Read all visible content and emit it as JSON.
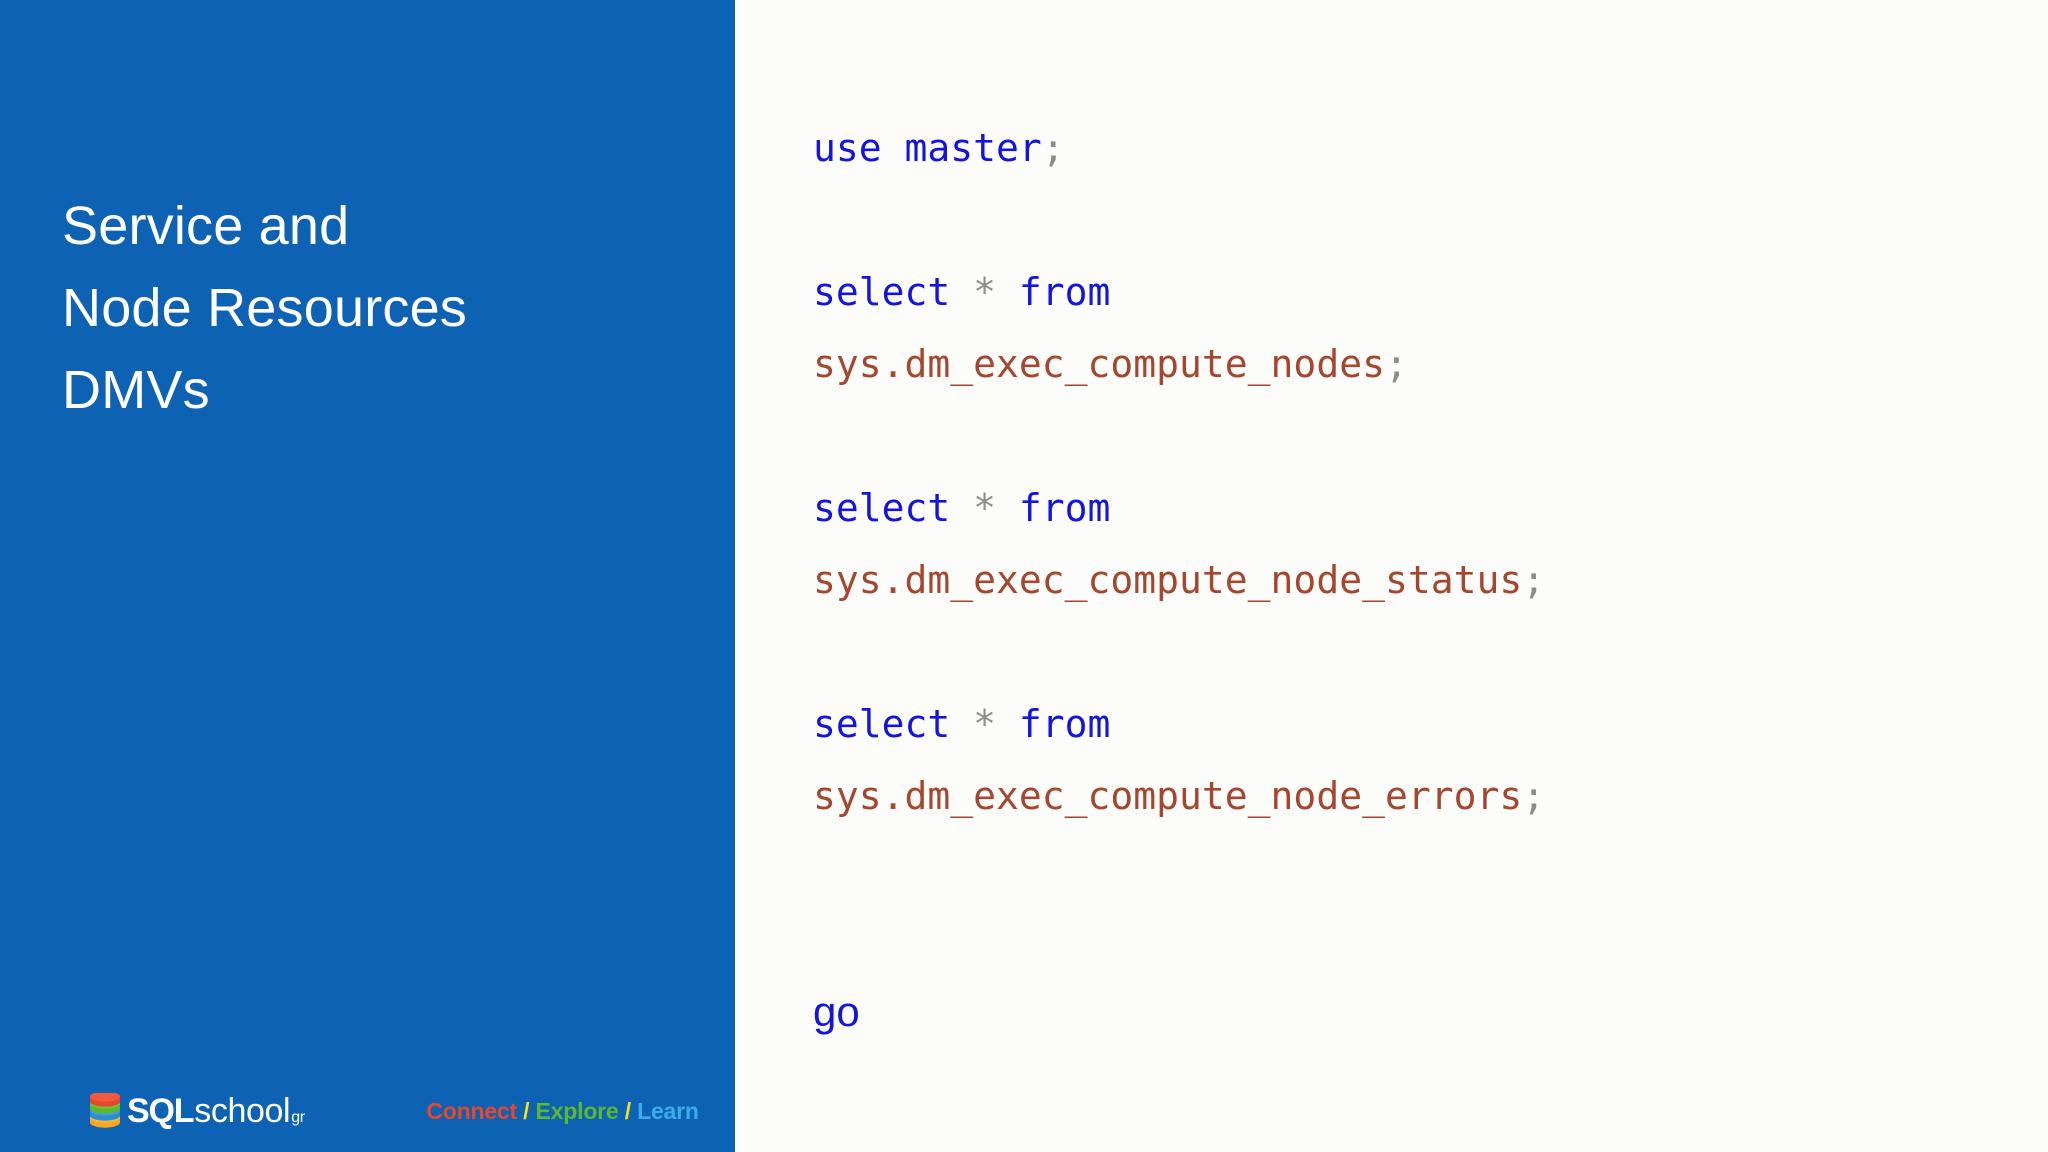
{
  "slide": {
    "title_lines": [
      "Service and",
      "Node Resources",
      "DMVs"
    ],
    "background_color": "#FCFDFA",
    "sidebar_color": "#0D62B3",
    "title_color": "#FFFFFF"
  },
  "code": {
    "language": "sql",
    "colors": {
      "keyword": "#1414DE",
      "identifier": "#A5472F",
      "operator": "#8C8C8C",
      "punctuation": "#8C8C8C"
    },
    "lines": [
      {
        "id": "l1",
        "type": "code",
        "tokens": [
          {
            "text": "use master",
            "kind": "keyword"
          },
          {
            "text": ";",
            "kind": "punctuation"
          }
        ]
      },
      {
        "id": "l2",
        "type": "blank",
        "tokens": []
      },
      {
        "id": "l3",
        "type": "code",
        "tokens": [
          {
            "text": "select ",
            "kind": "keyword"
          },
          {
            "text": "*",
            "kind": "operator"
          },
          {
            "text": " from",
            "kind": "keyword"
          }
        ]
      },
      {
        "id": "l4",
        "type": "code",
        "tokens": [
          {
            "text": "sys.dm_exec_compute_nodes",
            "kind": "identifier"
          },
          {
            "text": ";",
            "kind": "punctuation"
          }
        ]
      },
      {
        "id": "l5",
        "type": "blank",
        "tokens": []
      },
      {
        "id": "l6",
        "type": "code",
        "tokens": [
          {
            "text": "select ",
            "kind": "keyword"
          },
          {
            "text": "*",
            "kind": "operator"
          },
          {
            "text": " from",
            "kind": "keyword"
          }
        ]
      },
      {
        "id": "l7",
        "type": "code",
        "tokens": [
          {
            "text": "sys.dm_exec_compute_node_status",
            "kind": "identifier"
          },
          {
            "text": ";",
            "kind": "punctuation"
          }
        ]
      },
      {
        "id": "l8",
        "type": "blank",
        "tokens": []
      },
      {
        "id": "l9",
        "type": "code",
        "tokens": [
          {
            "text": "select ",
            "kind": "keyword"
          },
          {
            "text": "*",
            "kind": "operator"
          },
          {
            "text": " from",
            "kind": "keyword"
          }
        ]
      },
      {
        "id": "l10",
        "type": "code",
        "tokens": [
          {
            "text": "sys.dm_exec_compute_node_errors",
            "kind": "identifier"
          },
          {
            "text": ";",
            "kind": "punctuation"
          }
        ]
      },
      {
        "id": "l11",
        "type": "blank",
        "tokens": []
      },
      {
        "id": "l12",
        "type": "blank",
        "tokens": []
      },
      {
        "id": "l13",
        "type": "go",
        "tokens": [
          {
            "text": "go",
            "kind": "keyword"
          }
        ]
      }
    ]
  },
  "footer": {
    "logo": {
      "icon_name": "database-stack-icon",
      "stack_colors": [
        "#E8472A",
        "#5CB82E",
        "#2E8BD6",
        "#F5C518"
      ],
      "sql_text": "SQL",
      "school_text": "school",
      "gr_text": "gr"
    },
    "tagline": {
      "connect": "Connect",
      "separator_1": " / ",
      "explore": "Explore",
      "separator_2": " / ",
      "learn": "Learn",
      "connect_color": "#E8472A",
      "separator_color": "#F3E01B",
      "explore_color": "#5CB82E",
      "learn_color": "#3AACE8"
    }
  }
}
